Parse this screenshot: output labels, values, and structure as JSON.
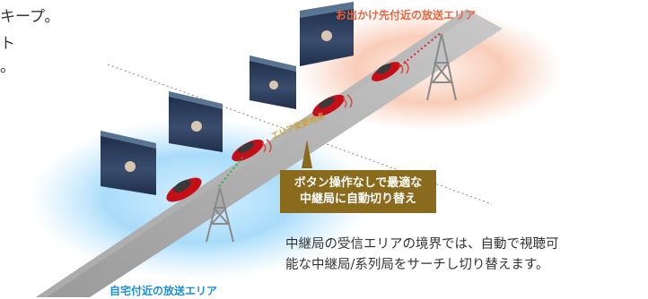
{
  "intro": {
    "line1": "キープ。",
    "line2": "ト",
    "line3": "。"
  },
  "areas": {
    "home": "自宅付近の放送エリア",
    "destination": "お出かけ先付近の放送エリア",
    "home_color": "#1a8fd6",
    "destination_color": "#e8643c"
  },
  "boundary_label": "エリア変更地点",
  "callout": {
    "line1": "ボタン操作なしで最適な",
    "line2": "中継局に自動切り替え",
    "color": "#8a6a1c"
  },
  "description": {
    "line1": "中継局の受信エリアの境界では、自動で視聴可",
    "line2": "能な中継局/系列局をサーチし切り替えます。"
  },
  "icons": [
    "car-icon",
    "broadcast-tower-icon",
    "tv-screen-icon"
  ]
}
